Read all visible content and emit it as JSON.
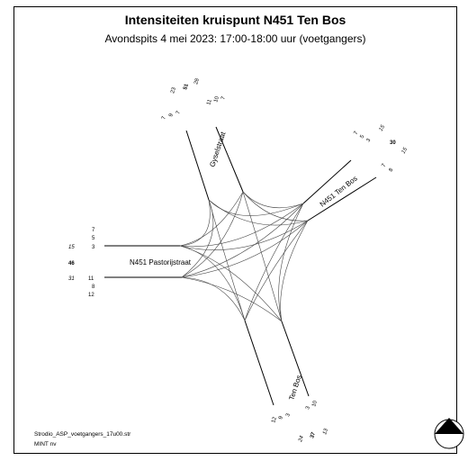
{
  "title": "Intensiteiten kruispunt N451 Ten Bos",
  "subtitle": "Avondspits 4 mei 2023: 17:00-18:00 uur (voetgangers)",
  "footer": {
    "file": "Strodio_ASP_voetgangers_17u00.str",
    "company": "MINT nv"
  },
  "arms": {
    "north": {
      "name": "Gyselstraat",
      "in_total": "51",
      "in_left": "23",
      "in_right": "28",
      "out_1": "7",
      "out_2": "9",
      "out_3": "7",
      "in_1": "11",
      "in_2": "10",
      "in_3": "7"
    },
    "east": {
      "name": "N451 Ten Bos",
      "out_1": "7",
      "out_2": "5",
      "out_3": "3",
      "in_total": "30",
      "in_top": "15",
      "in_bottom": "15",
      "in_1": "7",
      "in_2": "8"
    },
    "west": {
      "name": "N451 Pastorijstraat",
      "in_1": "7",
      "in_2": "5",
      "in_3": "3",
      "total": "46",
      "top": "15",
      "bottom": "31",
      "out_1": "11",
      "out_2": "8",
      "out_3": "12"
    },
    "south": {
      "name": "Ten Bos",
      "in_1": "12",
      "in_2": "9",
      "in_3": "3",
      "out_1": "3",
      "out_2": "10",
      "total": "37",
      "left": "24",
      "right": "13"
    }
  },
  "icons": [
    "north-arrow-icon"
  ]
}
